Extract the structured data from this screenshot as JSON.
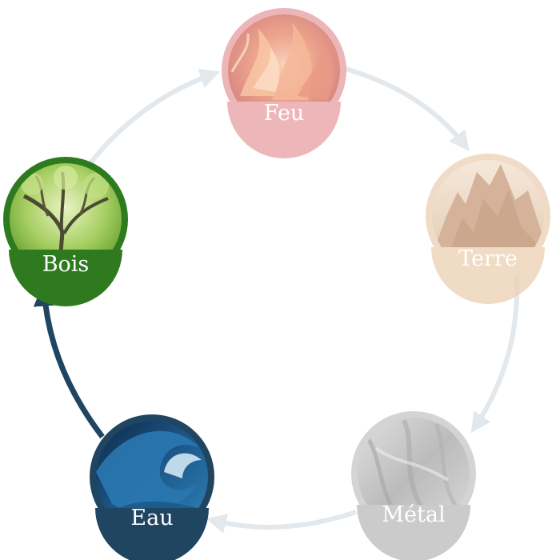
{
  "diagram": {
    "elements": [
      {
        "id": "fire",
        "label": "Feu",
        "ring_color": "#e7a2a6",
        "banner_color": "#e8a3a7",
        "active": false
      },
      {
        "id": "earth",
        "label": "Terre",
        "ring_color": "#ecd2b7",
        "banner_color": "#edd1b5",
        "active": false
      },
      {
        "id": "metal",
        "label": "Métal",
        "ring_color": "#c9c9c9",
        "banner_color": "#bdbdbd",
        "active": false
      },
      {
        "id": "water",
        "label": "Eau",
        "ring_color": "#1f4561",
        "banner_color": "#1f4561",
        "active": true
      },
      {
        "id": "wood",
        "label": "Bois",
        "ring_color": "#2e7a1e",
        "banner_color": "#2f7a1f",
        "active": true
      }
    ],
    "arrows": {
      "inactive_color": "#e3e8ec",
      "active_color": "#1f4561",
      "active_from": "water",
      "active_to": "wood"
    }
  }
}
